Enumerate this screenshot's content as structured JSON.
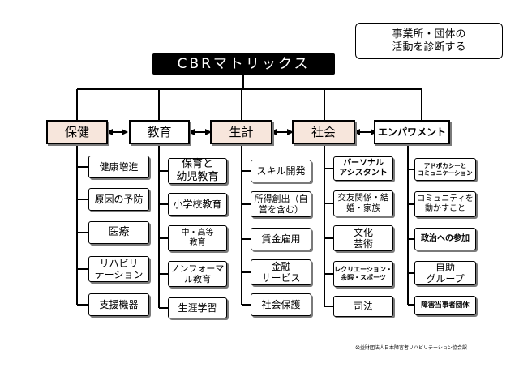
{
  "title": "CBRマトリックス",
  "note": "事業所・団体の\n活動を診断する",
  "credit": "公益財団法人日本障害者リハビリテーション協会訳",
  "categories": [
    {
      "name": "保健",
      "items": [
        "健康増進",
        "原因の予防",
        "医療",
        "リハビリ\nテーション",
        "支援機器"
      ]
    },
    {
      "name": "教育",
      "items": [
        "保育と\n幼児教育",
        "小学校教育",
        "中・高等\n教育",
        "ノンフォーマ\nル教育",
        "生涯学習"
      ]
    },
    {
      "name": "生計",
      "items": [
        "スキル開発",
        "所得創出（自\n営を含む）",
        "賃金雇用",
        "金融\nサービス",
        "社会保護"
      ]
    },
    {
      "name": "社会",
      "items": [
        "パーソナル\nアシスタント",
        "交友関係・結\n婚・家族",
        "文化\n芸術",
        "レクリエーション・\n余暇・スポーツ",
        "司法"
      ]
    },
    {
      "name": "エンパワメント",
      "items": [
        "アドボカシーと\nコミュニケーション",
        "コミュニティを\n動かすこと",
        "政治への参加",
        "自助\nグループ",
        "障害当事者団体"
      ]
    }
  ]
}
